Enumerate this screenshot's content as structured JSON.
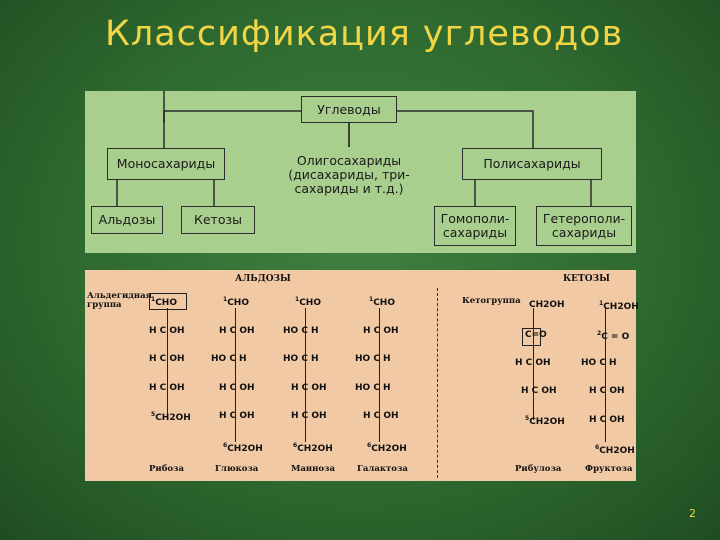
{
  "title": "Классификация углеводов",
  "tree": {
    "root": "Углеводы",
    "mono": "Моносахариды",
    "oligo": "Олигосахариды\n(дисахариды, три-\nсахариды и т.д.)",
    "poly": "Полисахариды",
    "aldoses": "Альдозы",
    "ketoses": "Кетозы",
    "homopoly": "Гомополи-\nсахариды",
    "heteropoly": "Гетерополи-\nсахариды"
  },
  "formulas": {
    "aldoses_header": "АЛЬДОЗЫ",
    "ketoses_header": "КЕТОЗЫ",
    "aldehyde_group": "Альдегидная\nгруппа",
    "keto_group": "Кетогруппа",
    "aldoses": [
      {
        "name": "Рибоза",
        "c1": "CHO",
        "rows": [
          "H C OH",
          "H C OH",
          "H C OH"
        ],
        "last": "CH2OH"
      },
      {
        "name": "Глюкоза",
        "c1": "CHO",
        "rows": [
          "H C OH",
          "HO C H",
          "H C OH",
          "H C OH"
        ],
        "last": "CH2OH"
      },
      {
        "name": "Манноза",
        "c1": "CHO",
        "rows": [
          "HO C H",
          "HO C H",
          "H C OH",
          "H C OH"
        ],
        "last": "CH2OH"
      },
      {
        "name": "Галактоза",
        "c1": "CHO",
        "rows": [
          "H C OH",
          "HO C H",
          "HO C H",
          "H C OH"
        ],
        "last": "CH2OH"
      }
    ],
    "ketoses": [
      {
        "name": "Рибулоза",
        "c1": "CH2OH",
        "c2": "C=O",
        "rows": [
          "H C OH",
          "H C OH"
        ],
        "last": "CH2OH"
      },
      {
        "name": "Фруктоза",
        "c1": "CH2OH",
        "c2": "C = O",
        "rows": [
          "HO C H",
          "H C OH",
          "H C OH"
        ],
        "last": "CH2OH"
      }
    ]
  },
  "page_number": "2"
}
